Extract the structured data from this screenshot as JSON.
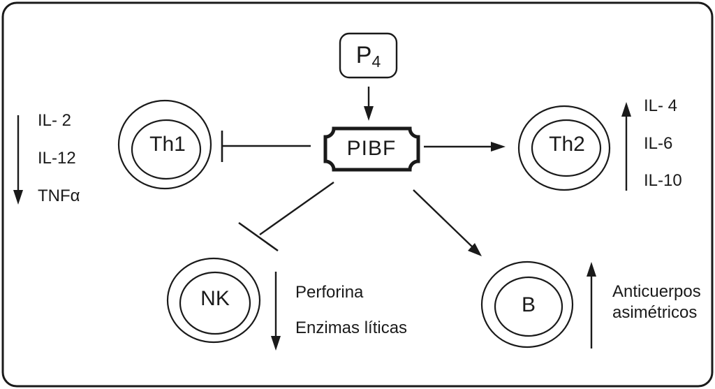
{
  "canvas": {
    "background": "#ffffff",
    "stroke_color": "#1a1a1a"
  },
  "nodes": {
    "p4": {
      "main": "P",
      "sub": "4"
    },
    "pibf": {
      "label": "PIBF"
    },
    "th1": {
      "label": "Th1"
    },
    "th2": {
      "label": "Th2"
    },
    "nk": {
      "label": "NK"
    },
    "b": {
      "label": "B"
    }
  },
  "effects": {
    "th1_cytokines": {
      "direction": "down",
      "items": [
        "IL- 2",
        "IL-12",
        "TNFα"
      ]
    },
    "th2_cytokines": {
      "direction": "up",
      "items": [
        "IL- 4",
        "IL-6",
        "IL-10"
      ]
    },
    "nk_mediators": {
      "direction": "down",
      "items": [
        "Perforina",
        "Enzimas líticas"
      ]
    },
    "b_products": {
      "direction": "up",
      "lines": [
        "Anticuerpos",
        "asimétricos"
      ]
    }
  }
}
